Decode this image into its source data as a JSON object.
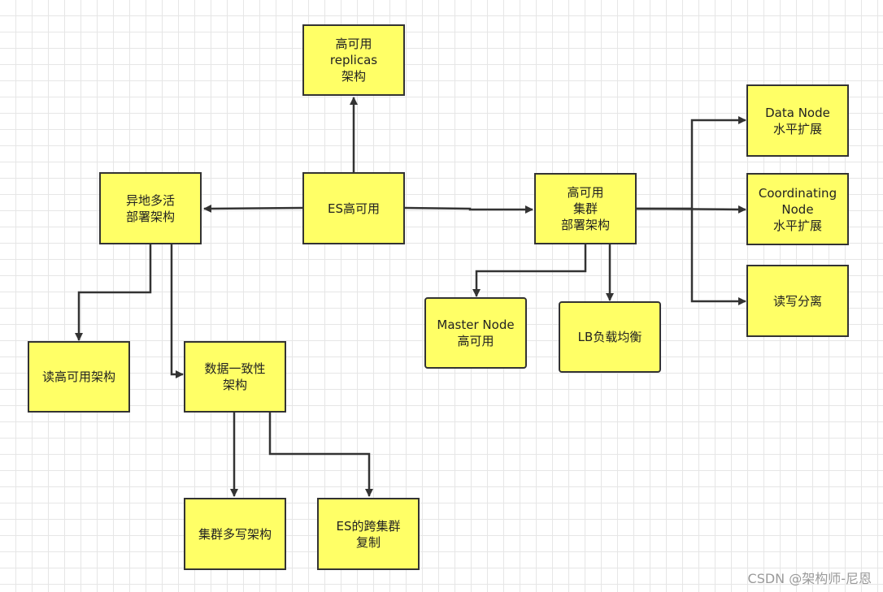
{
  "colors": {
    "node_fill": "#ffff66",
    "stroke": "#333333"
  },
  "nodes": {
    "replicas": "高可用\nreplicas\n架构",
    "es_ha": "ES高可用",
    "multi_site": "异地多活\n部署架构",
    "cluster": "高可用\n集群\n部署架构",
    "data_node": "Data Node\n水平扩展",
    "coord_node": "Coordinating\nNode\n水平扩展",
    "rw_split": "读写分离",
    "master_node": "Master Node\n高可用",
    "lb": "LB负载均衡",
    "read_ha": "读高可用架构",
    "consistency": "数据一致性\n架构",
    "multi_write": "集群多写架构",
    "ccr": "ES的跨集群\n复制"
  },
  "edges": [
    {
      "from": "es_ha",
      "to": "replicas"
    },
    {
      "from": "es_ha",
      "to": "multi_site"
    },
    {
      "from": "es_ha",
      "to": "cluster"
    },
    {
      "from": "cluster",
      "to": "data_node"
    },
    {
      "from": "cluster",
      "to": "coord_node"
    },
    {
      "from": "cluster",
      "to": "rw_split"
    },
    {
      "from": "cluster",
      "to": "master_node"
    },
    {
      "from": "cluster",
      "to": "lb"
    },
    {
      "from": "multi_site",
      "to": "read_ha"
    },
    {
      "from": "multi_site",
      "to": "consistency"
    },
    {
      "from": "consistency",
      "to": "multi_write"
    },
    {
      "from": "consistency",
      "to": "ccr"
    }
  ],
  "watermark": "CSDN @架构师-尼恩"
}
